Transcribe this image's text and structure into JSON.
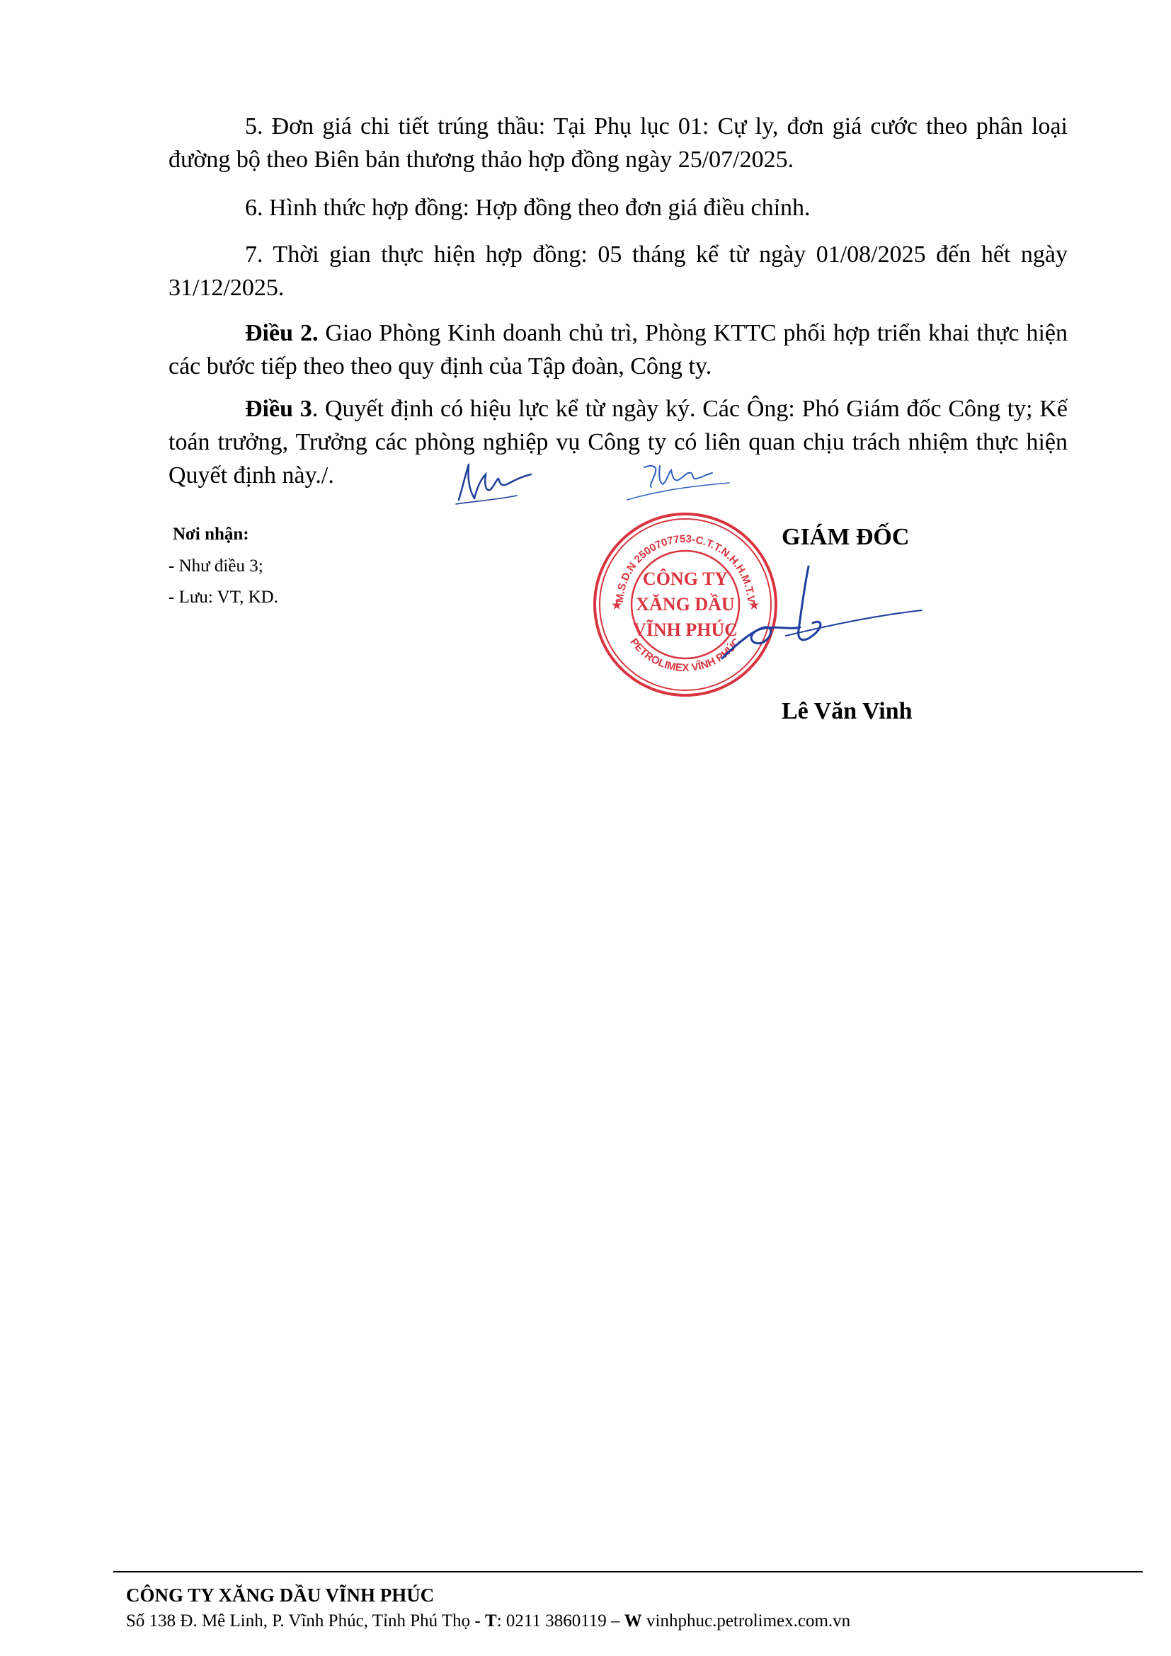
{
  "body": {
    "item5": "5. Đơn giá chi tiết trúng thầu: Tại Phụ lục 01: Cự ly, đơn giá cước theo phân loại đường bộ theo Biên bản thương thảo hợp đồng ngày 25/07/2025.",
    "item6": "6. Hình thức hợp đồng: Hợp đồng theo đơn giá điều chỉnh.",
    "item7": "7. Thời gian thực hiện hợp đồng: 05 tháng kể từ ngày 01/08/2025 đến hết ngày 31/12/2025.",
    "article2_label": "Điều 2.",
    "article2_text": " Giao Phòng Kinh doanh chủ trì, Phòng KTTC phối hợp triển khai thực hiện các bước tiếp theo theo quy định của Tập đoàn, Công ty.",
    "article3_label": "Điều 3",
    "article3_text": ". Quyết định có hiệu lực kể từ ngày ký. Các Ông: Phó Giám đốc Công ty; Kế toán trưởng, Trưởng các phòng nghiệp vụ Công ty có liên quan chịu trách nhiệm thực hiện Quyết định này./."
  },
  "recipients": {
    "title": "Nơi nhận:",
    "items": [
      "- Như điều 3;",
      "- Lưu: VT, KD."
    ]
  },
  "signature": {
    "title": "GIÁM ĐỐC",
    "name": "Lê Văn Vinh"
  },
  "seal": {
    "center_lines": [
      "CÔNG TY",
      "XĂNG DẦU",
      "VĨNH PHÚC"
    ],
    "ring_text": "M.S.D.N 2500707753-C.T.T.N.H.H.M.T.V",
    "bottom_text": "PETROLIMEX VĨNH PHÚC",
    "color": "#d9343f"
  },
  "footer": {
    "company": "CÔNG TY XĂNG DẦU VĨNH PHÚC",
    "address": "Số 138 Đ. Mê Linh, P. Vĩnh Phúc, Tỉnh Phú Thọ - ",
    "phone_label": "T",
    "phone": ": 0211 3860119 – ",
    "web_label": "W",
    "web": " vinhphuc.petrolimex.com.vn"
  }
}
